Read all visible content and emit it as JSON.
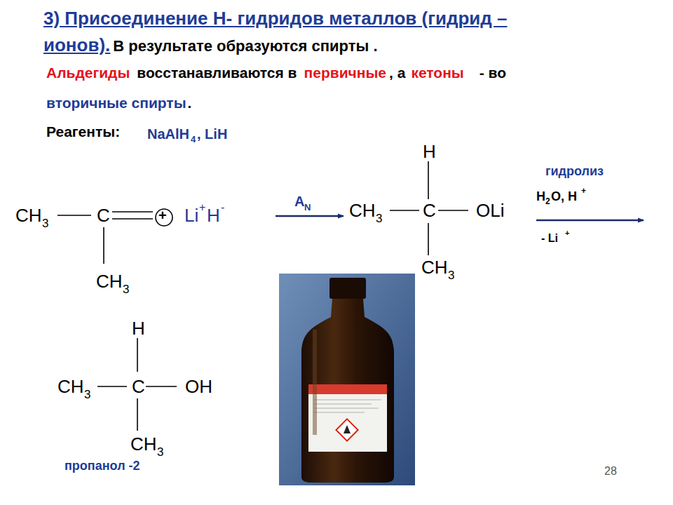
{
  "diagram": {
    "title": "3) Присоединение Н- гидридов металлов (гидрид – ионов).",
    "labels": [
      "В результате образуются спирты .",
      "Альдегиды",
      "восстанавливаются в",
      "первичные",
      ", а",
      "кетоны",
      "- во",
      "вторичные спирты",
      ".",
      "Реагенты:",
      "NaAlH",
      "4",
      ", LiH",
      "CH",
      "3",
      "C",
      "+",
      "Li",
      "+",
      "H",
      "-",
      "CH",
      "3",
      "A",
      "N",
      "H",
      "CH",
      "3",
      "C",
      "OLi",
      "CH",
      "3",
      "гидролиз",
      "H",
      "2",
      "O, H",
      "+",
      "- Li",
      "+",
      "H",
      "CH",
      "3",
      "C",
      "OH",
      "CH",
      "3",
      "пропанол -2",
      "28"
    ]
  }
}
